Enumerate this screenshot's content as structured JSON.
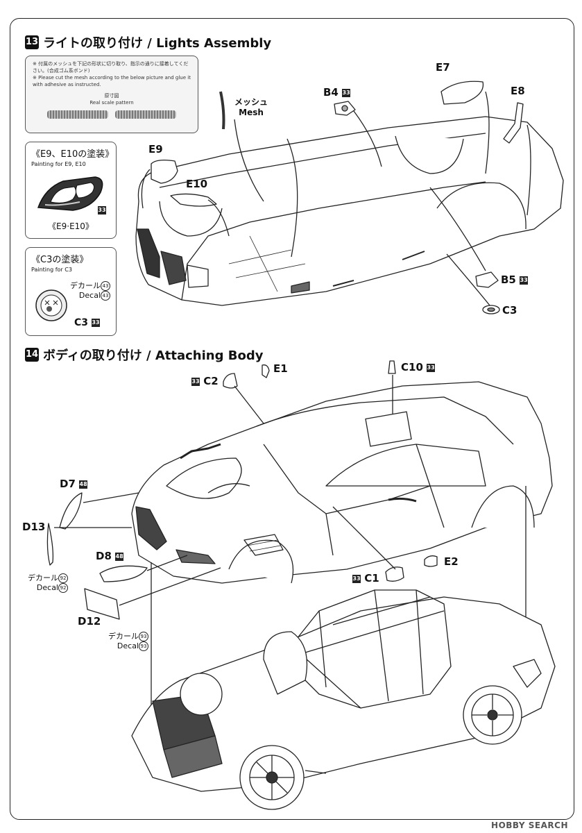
{
  "step13": {
    "number": "13",
    "title": "ライトの取り付け / Lights Assembly",
    "note_jp": "※ 付属のメッシュを下記の形状に切り取り、指示の通りに接着してください。(合成ゴム系ボンド)",
    "note_en": "※ Please cut the mesh according to the below picture and glue it with adhesive as instructed.",
    "scale_jp": "原寸図",
    "scale_en": "Real scale pattern",
    "paint_e9_title": "《E9、E10の塗装》",
    "paint_e9_sub": "Painting for E9, E10",
    "paint_e9_caption": "《E9·E10》",
    "paint_e9_code": "33",
    "paint_c3_title": "《C3の塗装》",
    "paint_c3_sub": "Painting for C3",
    "decal_jp": "デカール",
    "decal_en": "Decal",
    "decal_num": "43",
    "c3_label": "C3",
    "c3_code": "33",
    "mesh_jp": "メッシュ",
    "mesh_en": "Mesh",
    "parts": {
      "b4": "B4",
      "b4_code": "33",
      "e7": "E7",
      "e8": "E8",
      "e9": "E9",
      "e10": "E10",
      "b5": "B5",
      "b5_code": "33",
      "c3": "C3"
    }
  },
  "step14": {
    "number": "14",
    "title": "ボディの取り付け / Attaching Body",
    "parts": {
      "c2": "C2",
      "c2_code": "33",
      "e1": "E1",
      "c10": "C10",
      "c10_code": "33",
      "d7": "D7",
      "d7_code": "48",
      "d13": "D13",
      "d8": "D8",
      "d8_code": "48",
      "d12": "D12",
      "c1": "C1",
      "c1_code": "33",
      "e2": "E2"
    },
    "decal_jp": "デカール",
    "decal_en": "Decal",
    "decal_92": "92",
    "decal_93": "93"
  },
  "watermark": "HOBBY SEARCH"
}
